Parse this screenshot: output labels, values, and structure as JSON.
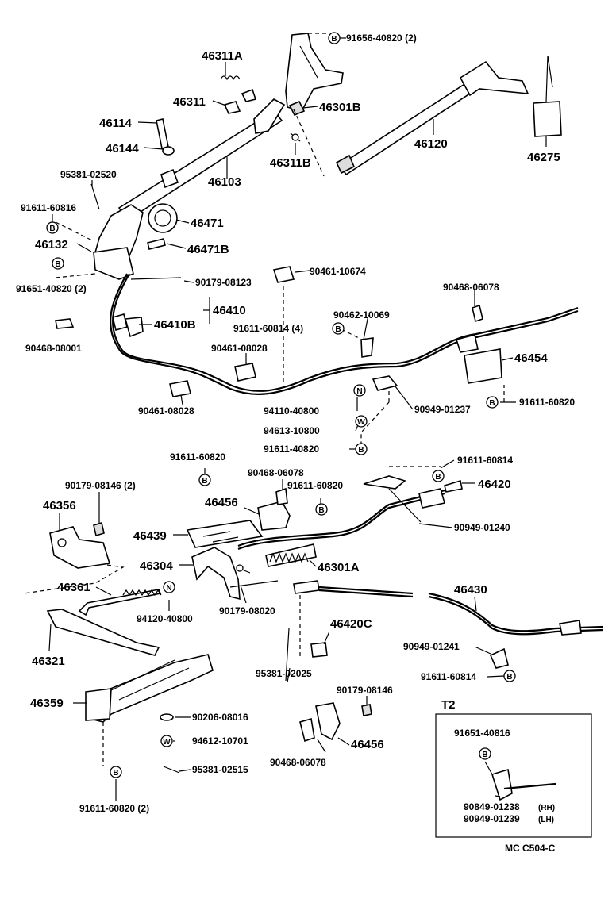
{
  "labels": {
    "l_46311A": "46311A",
    "l_91656_40820": "91656-40820 (2)",
    "l_46311": "46311",
    "l_46301B": "46301B",
    "l_46114": "46114",
    "l_46144": "46144",
    "l_46120": "46120",
    "l_46275": "46275",
    "l_46311B": "46311B",
    "l_95381_02520": "95381-02520",
    "l_46103": "46103",
    "l_91611_60816": "91611-60816",
    "l_46471": "46471",
    "l_46132": "46132",
    "l_46471B": "46471B",
    "l_91651_40820": "91651-40820 (2)",
    "l_90461_10674": "90461-10674",
    "l_90179_08123": "90179-08123",
    "l_90468_06078_a": "90468-06078",
    "l_46410": "46410",
    "l_46410B": "46410B",
    "l_90462_10069": "90462-10069",
    "l_90468_08001": "90468-08001",
    "l_91611_60814_4": "91611-60814 (4)",
    "l_90461_08028_a": "90461-08028",
    "l_46454": "46454",
    "l_90461_08028_b": "90461-08028",
    "l_94110_40800": "94110-40800",
    "l_90949_01237": "90949-01237",
    "l_91611_60820_a": "91611-60820",
    "l_94613_10800": "94613-10800",
    "l_91611_40820": "91611-40820",
    "l_91611_60820_b": "91611-60820",
    "l_91611_60814_a": "91611-60814",
    "l_90468_06078_b": "90468-06078",
    "l_90179_08146_2": "90179-08146 (2)",
    "l_91611_60820_c": "91611-60820",
    "l_46420": "46420",
    "l_46356": "46356",
    "l_46456_a": "46456",
    "l_46439": "46439",
    "l_90949_01240": "90949-01240",
    "l_46304": "46304",
    "l_46301A": "46301A",
    "l_46361": "46361",
    "l_46430": "46430",
    "l_94120_40800": "94120-40800",
    "l_90179_08020": "90179-08020",
    "l_46420C": "46420C",
    "l_46321": "46321",
    "l_90949_01241": "90949-01241",
    "l_95381_02025": "95381-02025",
    "l_91611_60814_b": "91611-60814",
    "l_90179_08146": "90179-08146",
    "l_46359": "46359",
    "l_T2": "T2",
    "l_90206_08016": "90206-08016",
    "l_91651_40816": "91651-40816",
    "l_94612_10701": "94612-10701",
    "l_46456_b": "46456",
    "l_95381_02515": "95381-02515",
    "l_90468_06078_c": "90468-06078",
    "l_90849_01238": "90849-01238",
    "l_RH": "(RH)",
    "l_90949_01239": "90949-01239",
    "l_LH": "(LH)",
    "l_91611_60820_2": "91611-60820 (2)",
    "l_code": "MC  C504-C"
  },
  "markers": {
    "B": "B",
    "N": "N",
    "W": "W"
  }
}
